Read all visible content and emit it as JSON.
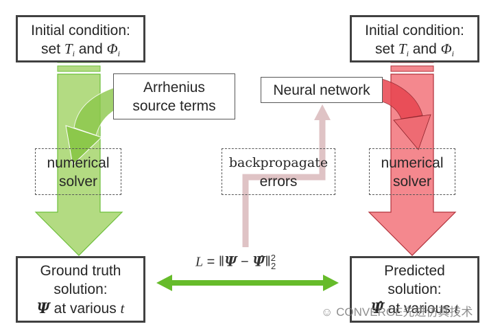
{
  "colors": {
    "green_fill": "#b3db82",
    "green_stroke": "#6cbf3a",
    "green_dark": "#8cc84b",
    "red_fill": "#f4888e",
    "red_stroke": "#b0303a",
    "red_dark": "#e8454f",
    "backprop": "#dfc3c5",
    "loss_arrow": "#66bb2a",
    "box_border": "#404040"
  },
  "left_column": {
    "initial": {
      "line1": "Initial condition:",
      "line2_pre": "set ",
      "T": "T",
      "i1": "i",
      "and": " and ",
      "Phi": "Φ",
      "i2": "i"
    },
    "source_terms": {
      "line1": "Arrhenius",
      "line2": "source terms"
    },
    "solver": {
      "line1": "numerical",
      "line2": "solver"
    },
    "result": {
      "line1": "Ground truth",
      "line2": "solution:",
      "psi": "Ψ",
      "line3": " at various ",
      "t": "t"
    }
  },
  "right_column": {
    "initial": {
      "line1": "Initial condition:",
      "line2_pre": "set ",
      "T": "T",
      "i1": "i",
      "and": " and ",
      "Phi": "Φ",
      "i2": "i"
    },
    "source_terms": {
      "line1": "Neural network"
    },
    "solver": {
      "line1": "numerical",
      "line2": "solver"
    },
    "result": {
      "line1": "Predicted",
      "line2": "solution:",
      "psi": "Ψ̂",
      "line3": " at various ",
      "t": "t"
    }
  },
  "center": {
    "backprop": {
      "line1": "backpropagate",
      "line2": "errors"
    },
    "loss": {
      "L": "L",
      "eq": " = ‖",
      "psi": "Ψ",
      "minus": " − ",
      "psihat": "Ψ̂",
      "close": "‖",
      "sup": "2",
      "sub": "2"
    }
  },
  "watermark": "CONVERGE先进仿真技术"
}
